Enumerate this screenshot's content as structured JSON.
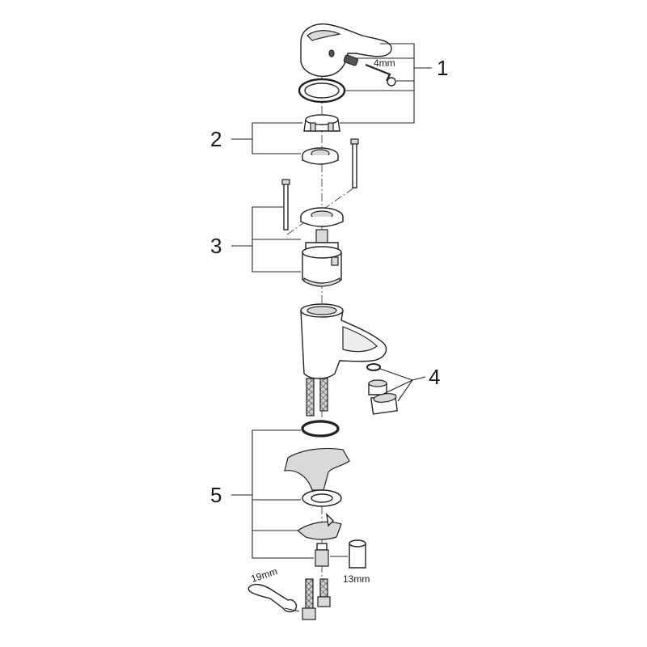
{
  "diagram": {
    "callouts": [
      {
        "id": "1",
        "label": "1"
      },
      {
        "id": "2",
        "label": "2"
      },
      {
        "id": "3",
        "label": "3"
      },
      {
        "id": "4",
        "label": "4"
      },
      {
        "id": "5",
        "label": "5"
      }
    ],
    "dimensions": {
      "hex_key": "4mm",
      "nut_wrench": "13mm",
      "hose_wrench": "19mm"
    }
  }
}
